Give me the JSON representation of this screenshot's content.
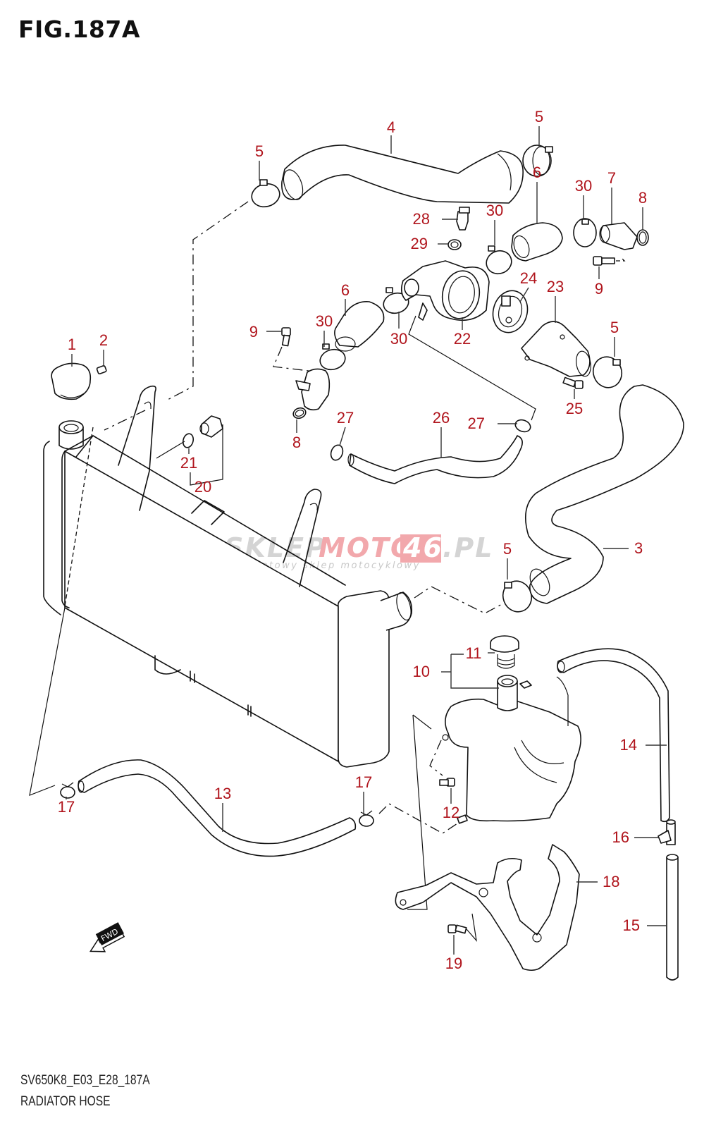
{
  "figure": {
    "title": "FIG.187A",
    "code": "SV650K8_E03_E28_187A",
    "name": "RADIATOR HOSE"
  },
  "watermark": {
    "part1": "SKLEP",
    "part2": "MOTO",
    "part3": "46",
    "part4": ".PL",
    "tagline": "internetowy sklep motocyklowy",
    "color_gray": "#d4d4d4",
    "color_red": "#f2a8ac"
  },
  "direction_marker": {
    "label": "FWD",
    "icon": "arrow-left-down-icon"
  },
  "callout_color": "#b0141c",
  "callouts": [
    {
      "id": "c1",
      "label": "1",
      "part": "radiator-cap"
    },
    {
      "id": "c2",
      "label": "2",
      "part": "screw"
    },
    {
      "id": "c3",
      "label": "3",
      "part": "lower-radiator-hose"
    },
    {
      "id": "c4",
      "label": "4",
      "part": "upper-radiator-hose"
    },
    {
      "id": "c5a",
      "label": "5",
      "part": "hose-clamp"
    },
    {
      "id": "c5b",
      "label": "5",
      "part": "hose-clamp"
    },
    {
      "id": "c5c",
      "label": "5",
      "part": "hose-clamp"
    },
    {
      "id": "c5d",
      "label": "5",
      "part": "hose-clamp"
    },
    {
      "id": "c6a",
      "label": "6",
      "part": "hose"
    },
    {
      "id": "c6b",
      "label": "6",
      "part": "hose"
    },
    {
      "id": "c7",
      "label": "7",
      "part": "union"
    },
    {
      "id": "c8a",
      "label": "8",
      "part": "o-ring"
    },
    {
      "id": "c8b",
      "label": "8",
      "part": "o-ring"
    },
    {
      "id": "c9a",
      "label": "9",
      "part": "bolt"
    },
    {
      "id": "c9b",
      "label": "9",
      "part": "bolt"
    },
    {
      "id": "c10",
      "label": "10",
      "part": "reservoir-tank"
    },
    {
      "id": "c11",
      "label": "11",
      "part": "reservoir-cap"
    },
    {
      "id": "c12",
      "label": "12",
      "part": "bolt"
    },
    {
      "id": "c13",
      "label": "13",
      "part": "hose"
    },
    {
      "id": "c14",
      "label": "14",
      "part": "hose"
    },
    {
      "id": "c15",
      "label": "15",
      "part": "hose"
    },
    {
      "id": "c16",
      "label": "16",
      "part": "joint"
    },
    {
      "id": "c17a",
      "label": "17",
      "part": "clamp"
    },
    {
      "id": "c17b",
      "label": "17",
      "part": "clamp"
    },
    {
      "id": "c18",
      "label": "18",
      "part": "bracket"
    },
    {
      "id": "c19",
      "label": "19",
      "part": "bolt"
    },
    {
      "id": "c20",
      "label": "20",
      "part": "fan-switch"
    },
    {
      "id": "c21",
      "label": "21",
      "part": "o-ring"
    },
    {
      "id": "c22",
      "label": "22",
      "part": "thermostat-case"
    },
    {
      "id": "c23",
      "label": "23",
      "part": "thermostat-cover"
    },
    {
      "id": "c24",
      "label": "24",
      "part": "thermostat"
    },
    {
      "id": "c25",
      "label": "25",
      "part": "bolt"
    },
    {
      "id": "c26",
      "label": "26",
      "part": "hose"
    },
    {
      "id": "c27a",
      "label": "27",
      "part": "clamp"
    },
    {
      "id": "c27b",
      "label": "27",
      "part": "clamp"
    },
    {
      "id": "c28",
      "label": "28",
      "part": "temp-sensor"
    },
    {
      "id": "c29",
      "label": "29",
      "part": "gasket"
    },
    {
      "id": "c30a",
      "label": "30",
      "part": "clamp"
    },
    {
      "id": "c30b",
      "label": "30",
      "part": "clamp"
    },
    {
      "id": "c30c",
      "label": "30",
      "part": "clamp"
    },
    {
      "id": "c30d",
      "label": "30",
      "part": "clamp"
    }
  ]
}
